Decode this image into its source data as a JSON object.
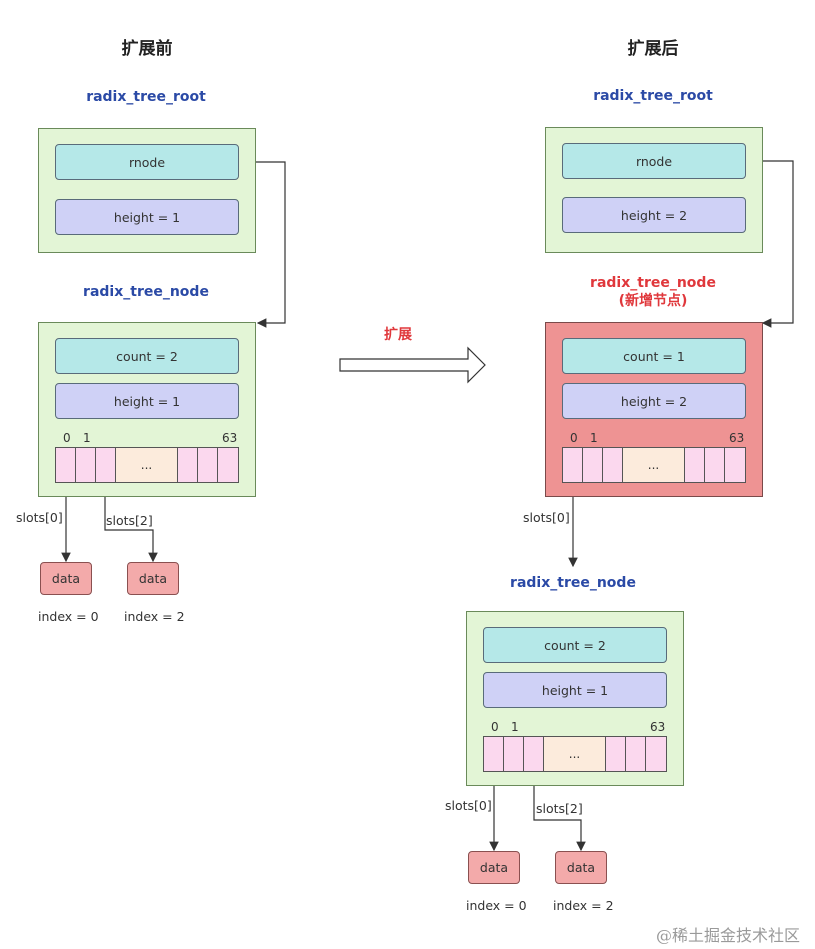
{
  "before": {
    "title": "扩展前",
    "root_title": "radix_tree_root",
    "root": {
      "rnode": "rnode",
      "height": "height = 1"
    },
    "node_title": "radix_tree_node",
    "node": {
      "count": "count = 2",
      "height": "height = 1",
      "idx0": "0",
      "idx1": "1",
      "idx63": "63",
      "dots": "..."
    },
    "slot0_label": "slots[0]",
    "slot2_label": "slots[2]",
    "data0": {
      "label": "data",
      "index": "index = 0"
    },
    "data2": {
      "label": "data",
      "index": "index = 2"
    }
  },
  "expand_label": "扩展",
  "after": {
    "title": "扩展后",
    "root_title": "radix_tree_root",
    "root": {
      "rnode": "rnode",
      "height": "height = 2"
    },
    "new_node_title": "radix_tree_node",
    "new_node_subtitle": "(新增节点)",
    "new_node": {
      "count": "count = 1",
      "height": "height = 2",
      "idx0": "0",
      "idx1": "1",
      "idx63": "63",
      "dots": "..."
    },
    "new_slot0_label": "slots[0]",
    "node_title": "radix_tree_node",
    "node": {
      "count": "count = 2",
      "height": "height = 1",
      "idx0": "0",
      "idx1": "1",
      "idx63": "63",
      "dots": "..."
    },
    "slot0_label": "slots[0]",
    "slot2_label": "slots[2]",
    "data0": {
      "label": "data",
      "index": "index = 0"
    },
    "data2": {
      "label": "data",
      "index": "index = 2"
    }
  },
  "watermark": "@稀土掘金技术社区",
  "colors": {
    "panel_green": "#e3f5d6",
    "panel_red": "#ee9393",
    "field_cyan": "#b5e8e8",
    "field_lavender": "#cfd1f6",
    "slot_pink": "#fbd8ee",
    "data_red": "#f3aaaa",
    "title_blue": "#2b4aa6",
    "accent_red": "#e0383c"
  }
}
